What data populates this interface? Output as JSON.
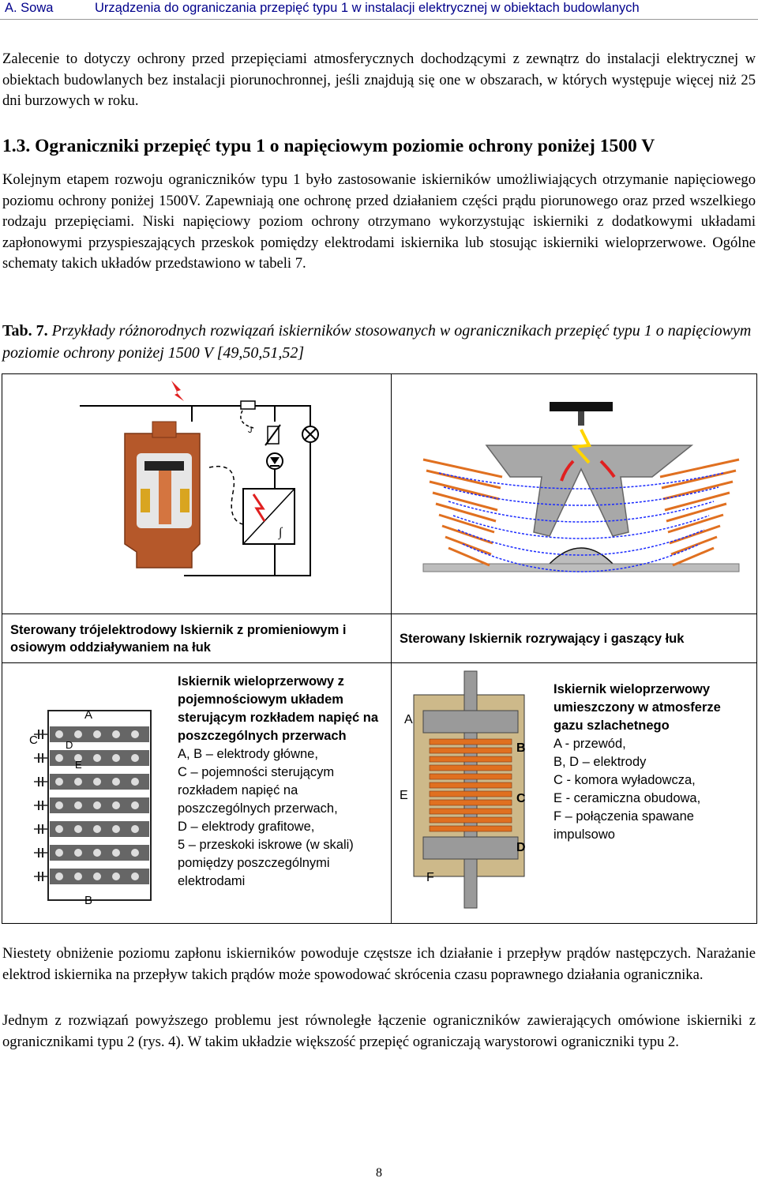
{
  "header": {
    "section": "A. Sowa",
    "title": "Urządzenia do ograniczania przepięć typu 1 w instalacji elektrycznej w obiektach budowlanych"
  },
  "intro_paragraph": "Zalecenie to dotyczy ochrony przed przepięciami atmosferycznych dochodzącymi z zewnątrz do instalacji elektrycznej w obiektach budowlanych bez instalacji piorunochronnej, jeśli znajdują się one w obszarach, w których występuje więcej niż 25 dni burzowych w roku.",
  "section_heading": "1.3. Ograniczniki przepięć typu 1 o napięciowym poziomie ochrony poniżej 1500 V",
  "section_paragraph": "Kolejnym etapem rozwoju ograniczników typu 1 było zastosowanie iskierników umożliwiających otrzymanie napięciowego poziomu ochrony poniżej 1500V. Zapewniają one ochronę przed działaniem części prądu piorunowego oraz przed wszelkiego rodzaju przepięciami. Niski napięciowy poziom ochrony otrzymano wykorzystując iskierniki z dodatkowymi układami zapłonowymi przyspieszających przeskok pomiędzy elektrodami iskiernika lub stosując iskierniki wieloprzerwowe. Ogólne schematy takich układów przedstawiono w tabeli 7.",
  "table_caption": {
    "label": "Tab. 7.",
    "text": "Przykłady różnorodnych rozwiązań iskierników stosowanych w ogranicznikach przepięć typu 1 o napięciowym poziomie ochrony poniżej 1500 V [49,50,51,52]"
  },
  "cells": {
    "cap1": "Sterowany trójelektrodowy Iskiernik z promieniowym i osiowym oddziaływaniem na łuk",
    "cap2": "Sterowany Iskiernik rozrywający i gaszący łuk",
    "desc3_title": "Iskiernik wieloprzerwowy z pojemnościowym układem sterującym rozkładem napięć na poszczególnych przerwach",
    "desc3_lines": [
      "A, B – elektrody główne,",
      "C – pojemności sterującym rozkładem napięć na poszczególnych przerwach,",
      "D – elektrody grafitowe,",
      "5 – przeskoki iskrowe (w skali) pomiędzy poszczególnymi elektrodami"
    ],
    "desc4_title": "Iskiernik wieloprzerwowy umieszczony w atmosferze gazu szlachetnego",
    "desc4_lines": [
      "A - przewód,",
      "B, D – elektrody",
      "C - komora wyładowcza,",
      "E - ceramiczna obudowa,",
      "F – połączenia spawane impulsowo"
    ],
    "fig3_labels": {
      "A": "A",
      "B": "B",
      "C": "C",
      "D": "D",
      "E": "E"
    },
    "fig4_labels": {
      "A": "A",
      "B": "B",
      "C": "C",
      "D": "D",
      "E": "E",
      "F": "F"
    }
  },
  "closing_paragraphs": [
    "Niestety obniżenie poziomu zapłonu iskierników powoduje częstsze ich działanie i przepływ prądów następczych. Narażanie elektrod iskiernika na przepływ takich prądów może spowodować skrócenia czasu poprawnego działania ogranicznika.",
    "Jednym z rozwiązań powyższego problemu jest równoległe łączenie ograniczników zawierających omówione iskierniki z ogranicznikami typu 2 (rys. 4). W takim układzie większość przepięć ograniczają warystorowi ograniczniki typu 2."
  ],
  "page_number": "8",
  "colors": {
    "header_text": "#00008b",
    "copper": "#b5582a",
    "gray": "#9a9a9a",
    "red": "#e02020",
    "blue": "#1a2aff"
  }
}
